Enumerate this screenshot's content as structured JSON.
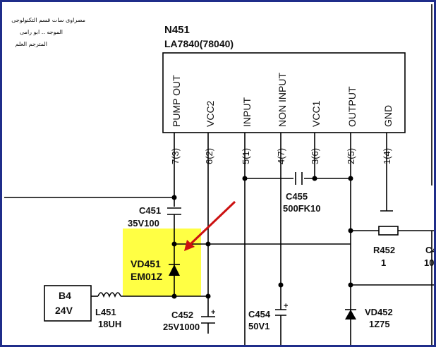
{
  "notes": [
    "مصراوى سات قسم التكنولوجى",
    "الموجه .. ابو رامى",
    "المترجم العلم"
  ],
  "ic": {
    "ref": "N451",
    "part": "LA7840(78040)",
    "pins": [
      {
        "name": "PUMP OUT",
        "num": "7(3)"
      },
      {
        "name": "VCC2",
        "num": "6(2)"
      },
      {
        "name": "INPUT",
        "num": "5(1)"
      },
      {
        "name": "NON INPUT",
        "num": "4(7)"
      },
      {
        "name": "VCC1",
        "num": "3(6)"
      },
      {
        "name": "OUTPUT",
        "num": "2(5)"
      },
      {
        "name": "GND",
        "num": "1(4)"
      }
    ]
  },
  "components": {
    "c451": {
      "ref": "C451",
      "value": "35V100"
    },
    "c455": {
      "ref": "C455",
      "value": "500FK10"
    },
    "vd451": {
      "ref": "VD451",
      "value": "EM01Z"
    },
    "r452": {
      "ref": "R452",
      "value": "1"
    },
    "c_partial": {
      "ref": "C4",
      "value": "10"
    },
    "b4": {
      "ref": "B4",
      "value": "24V"
    },
    "l451": {
      "ref": "L451",
      "value": "18UH"
    },
    "c452": {
      "ref": "C452",
      "value": "25V1000"
    },
    "c454": {
      "ref": "C454",
      "value": "50V1"
    },
    "vd452": {
      "ref": "VD452",
      "value": "1Z75"
    }
  },
  "colors": {
    "frame": "#1f2d8a",
    "highlight": "#ffff44",
    "arrow": "#cc1111"
  }
}
